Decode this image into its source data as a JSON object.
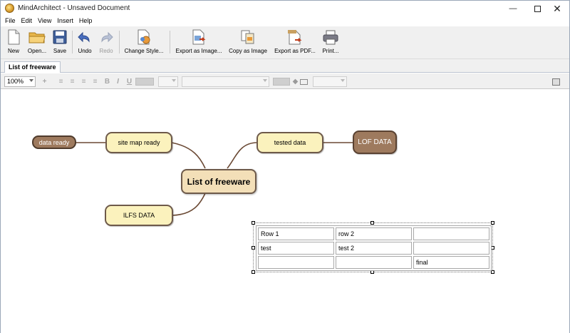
{
  "window": {
    "title": "MindArchitect - Unsaved Document"
  },
  "menu": [
    "File",
    "Edit",
    "View",
    "Insert",
    "Help"
  ],
  "toolbar": {
    "new": "New",
    "open": "Open...",
    "save": "Save",
    "undo": "Undo",
    "redo": "Redo",
    "change_style": "Change Style...",
    "export_image": "Export as Image...",
    "copy_image": "Copy as Image",
    "export_pdf": "Export as PDF...",
    "print": "Print..."
  },
  "tab": {
    "label": "List of freeware"
  },
  "format": {
    "zoom": "100%"
  },
  "mindmap": {
    "central": "List of freeware",
    "site_map_ready": "site map ready",
    "data_ready": "data ready",
    "tested_data": "tested data",
    "lof_data": "LOF DATA",
    "ilfs_data": "ILFS DATA"
  },
  "table": {
    "rows": [
      [
        "Row 1",
        "row 2",
        ""
      ],
      [
        "test",
        "test 2",
        ""
      ],
      [
        "",
        "",
        "final"
      ]
    ]
  }
}
